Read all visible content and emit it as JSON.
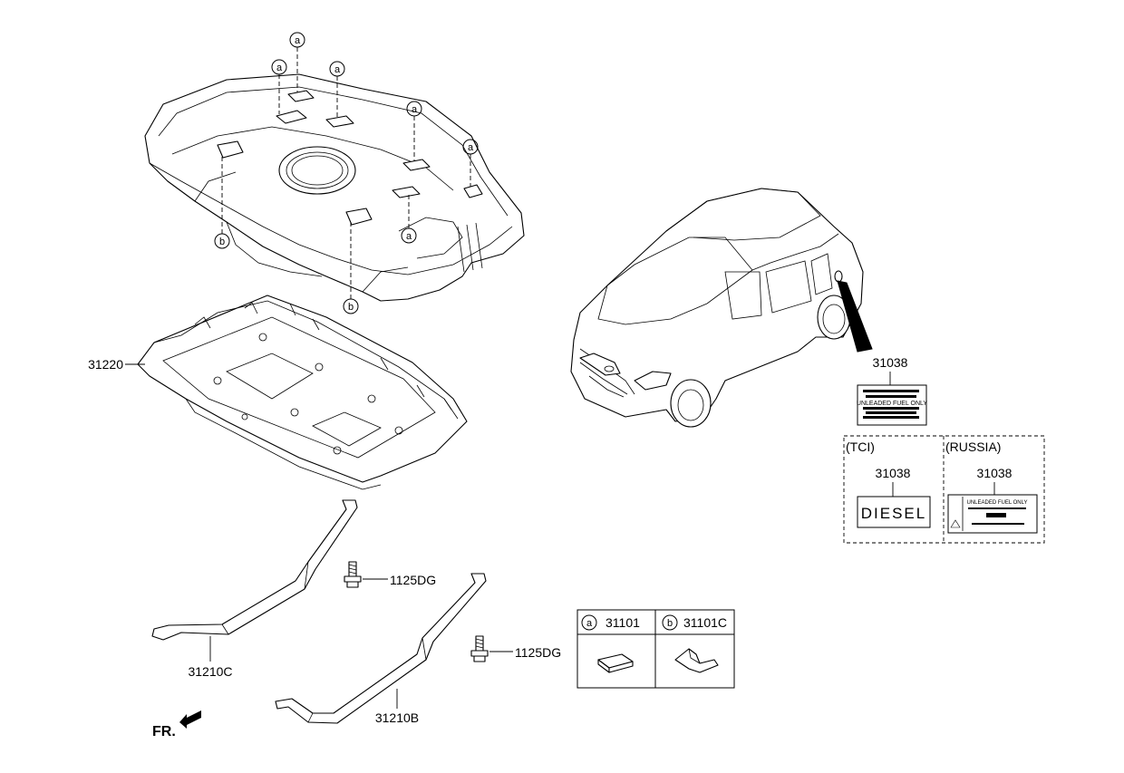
{
  "parts": {
    "tank_guard": "31220",
    "strap_c": "31210C",
    "strap_b": "31210B",
    "bolt_1": "1125DG",
    "bolt_2": "1125DG",
    "label_main": "31038",
    "label_tci": "31038",
    "label_russia": "31038"
  },
  "callouts": {
    "a": "a",
    "b": "b"
  },
  "legend": {
    "a_marker": "a",
    "a_part": "31101",
    "b_marker": "b",
    "b_part": "31101C"
  },
  "variants": {
    "tci": "(TCI)",
    "russia": "(RUSSIA)"
  },
  "decal": {
    "diesel": "DIESEL",
    "unleaded_line": "UNLEADED FUEL ONLY",
    "russia_headline": "UNLEADED FUEL ONLY"
  },
  "front_indicator": "FR."
}
